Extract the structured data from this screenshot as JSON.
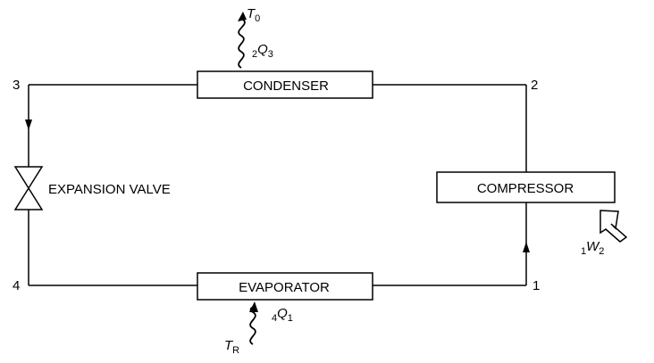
{
  "components": {
    "condenser": "CONDENSER",
    "compressor": "COMPRESSOR",
    "evaporator": "EVAPORATOR",
    "expansion_valve": "EXPANSION VALVE"
  },
  "state_points": {
    "p1": "1",
    "p2": "2",
    "p3": "3",
    "p4": "4"
  },
  "heat_rejected": {
    "pre": "2",
    "symbol": "Q",
    "post": "3"
  },
  "heat_absorbed": {
    "pre": "4",
    "symbol": "Q",
    "post": "1"
  },
  "work_input": {
    "pre": "1",
    "symbol": "W",
    "post": "2"
  },
  "ambient_temp": {
    "symbol": "T",
    "sub": "0"
  },
  "reservoir_temp": {
    "symbol": "T",
    "sub": "R"
  }
}
